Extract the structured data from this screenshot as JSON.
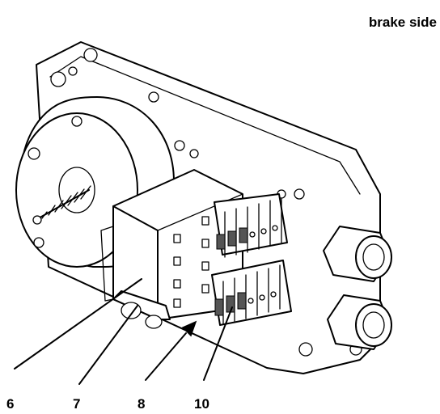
{
  "title": "brake side",
  "callouts": [
    {
      "id": "6",
      "label": "6"
    },
    {
      "id": "7",
      "label": "7"
    },
    {
      "id": "8",
      "label": "8"
    },
    {
      "id": "10",
      "label": "10"
    }
  ]
}
